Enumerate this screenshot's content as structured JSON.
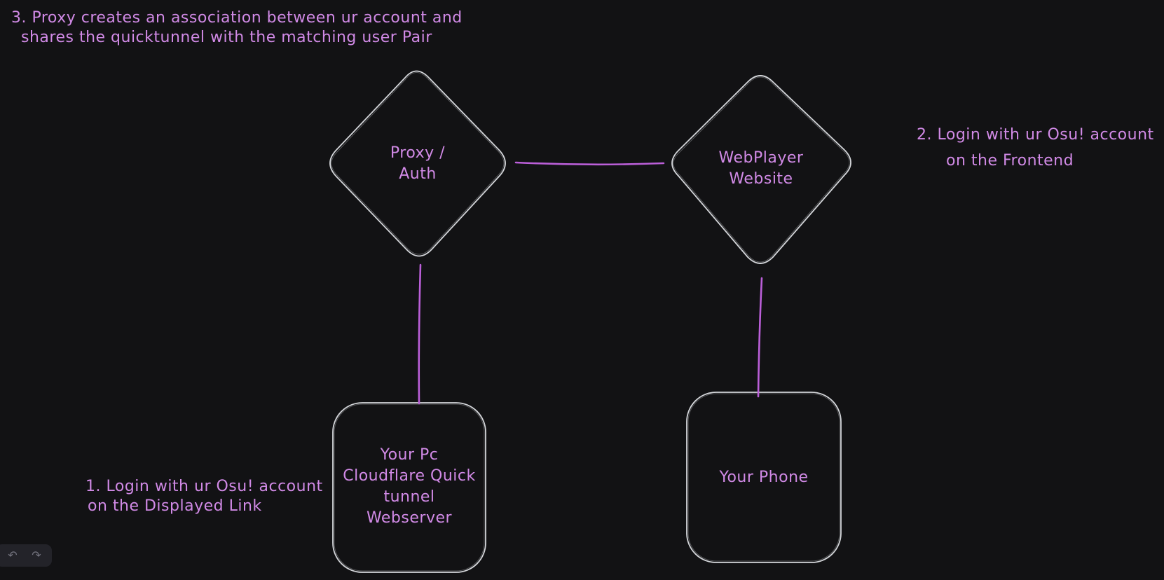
{
  "style": {
    "bg": "#121214",
    "shape_stroke": "#d4d6da",
    "text_color": "#d18ae6",
    "connector_color": "#bb5fd9",
    "island_bg": "#232329",
    "icon_color": "#73737e"
  },
  "shapes": {
    "proxy_auth": {
      "type": "diamond",
      "lines": [
        "Proxy /",
        "Auth"
      ]
    },
    "webplayer": {
      "type": "diamond",
      "lines": [
        "WebPlayer",
        "Website"
      ]
    },
    "pc_tunnel": {
      "type": "rectangle",
      "lines": [
        "Your Pc",
        "Cloudflare Quick",
        "tunnel",
        "Webserver"
      ]
    },
    "phone": {
      "type": "rectangle",
      "lines": [
        "Your Phone"
      ]
    }
  },
  "connectors": [
    {
      "from": "proxy_auth",
      "to": "webplayer"
    },
    {
      "from": "proxy_auth",
      "to": "pc_tunnel"
    },
    {
      "from": "webplayer",
      "to": "phone"
    }
  ],
  "annotations": {
    "note1": {
      "lines": [
        "1. Login with ur Osu! account",
        "on the Displayed Link"
      ]
    },
    "note2": {
      "lines": [
        "2. Login with ur Osu! account",
        "on the Frontend"
      ]
    },
    "note3": {
      "lines": [
        "3. Proxy creates an association between ur account and",
        "shares the quicktunnel with the matching user Pair"
      ]
    }
  },
  "history_toolbar": {
    "undo_icon": "↶",
    "redo_icon": "↷"
  }
}
